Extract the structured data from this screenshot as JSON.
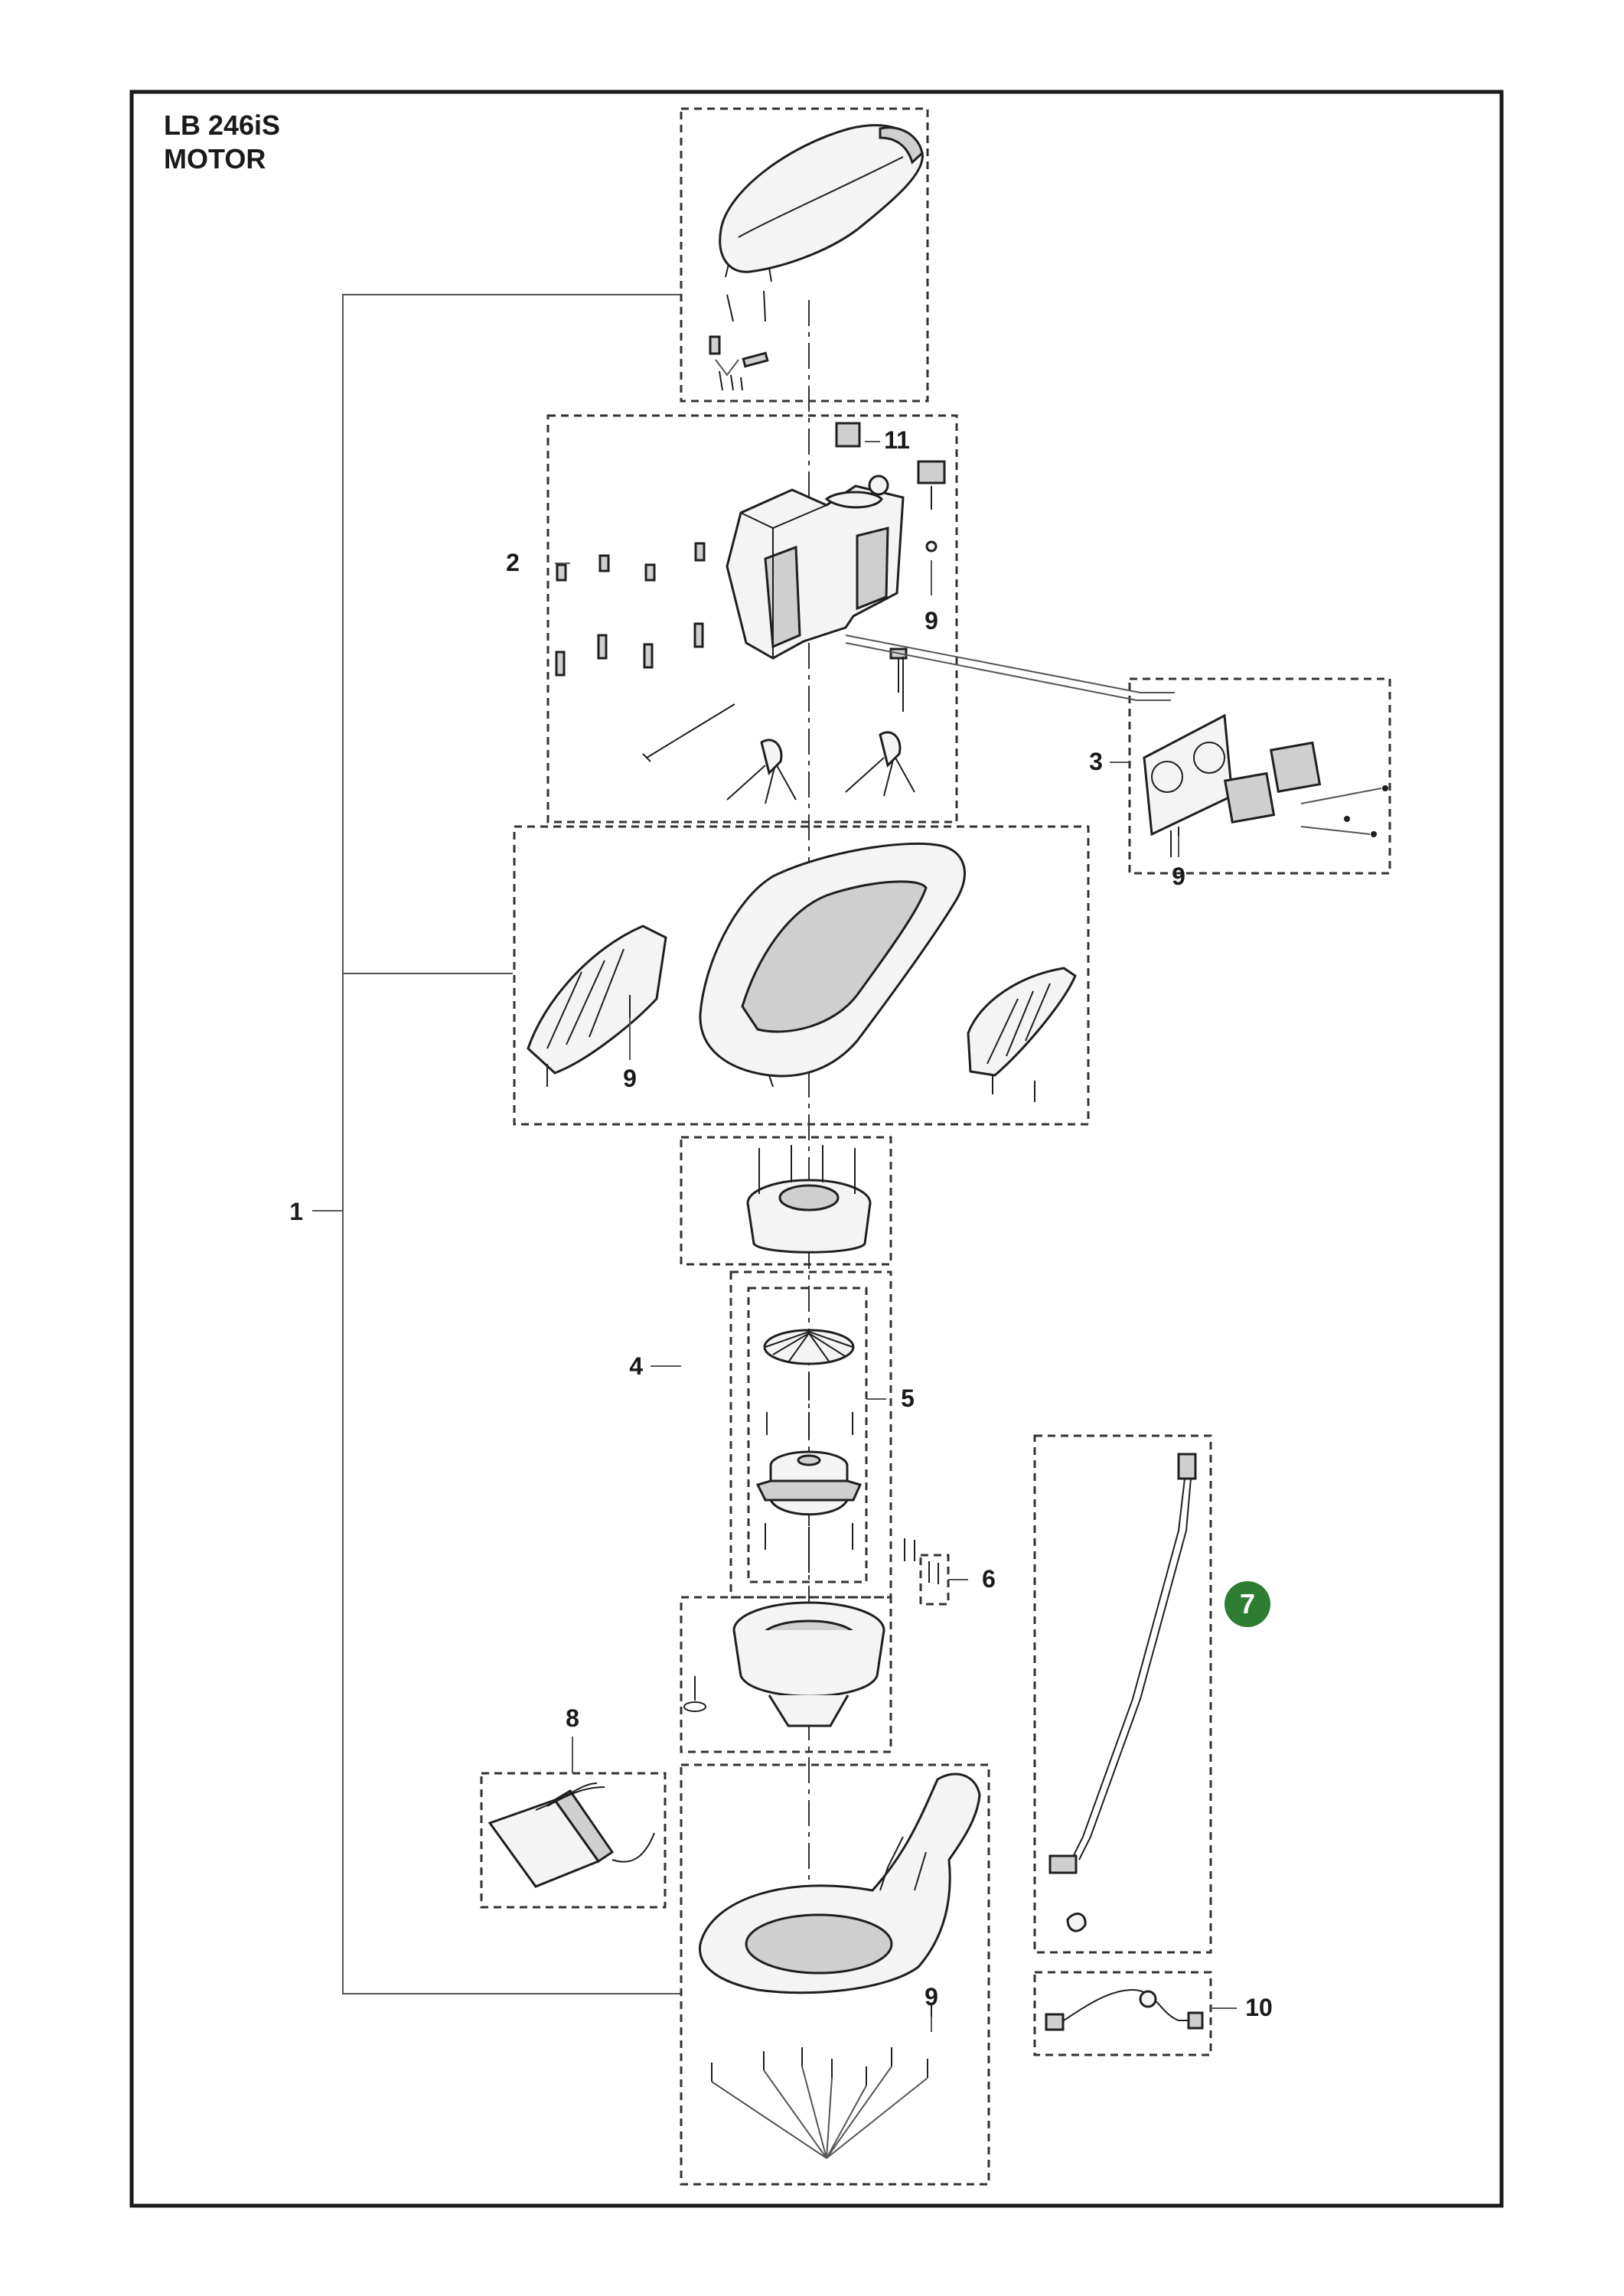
{
  "title": {
    "model": "LB 246iS",
    "section": "MOTOR"
  },
  "callouts": {
    "c1": "1",
    "c2": "2",
    "c3": "3",
    "c4": "4",
    "c5": "5",
    "c6": "6",
    "c7": "7",
    "c8": "8",
    "c9a": "9",
    "c9b": "9",
    "c9c": "9",
    "c9d": "9",
    "c10": "10",
    "c11": "11"
  },
  "colors": {
    "highlight_badge": "#2e7d32",
    "frame": "#1a1a1a"
  }
}
